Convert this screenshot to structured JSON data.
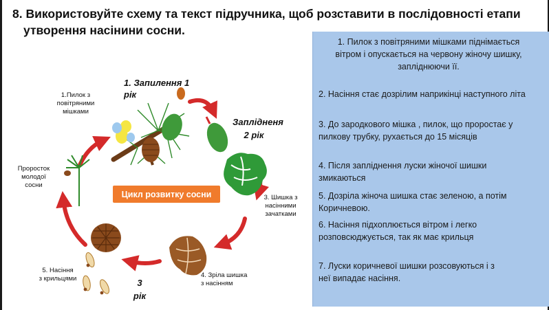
{
  "title": {
    "line1": "8. Використовуйте схему та текст підручника, щоб розставити  в послідовності етапи",
    "line2": "утворення насінини сосни."
  },
  "diagram": {
    "center_label": "Цикл розвитку сосни",
    "stage_pollination": "1. Запилення 1 рік",
    "stage_fertilization": "Заплідненя\n2 рік",
    "stage_three_years": "3\nрік",
    "pollen_label": "1.Пилок з\nповітряними\nмішками",
    "seedling_label": "Проросток\nмолодої\nсосни",
    "cone_ovules_label": "3. Шишка з\nнасінними\nзачатками",
    "mature_cone_label": "4. Зріла шишка\nз насінням",
    "winged_seeds_label": "5. Насіння\nз крильцями",
    "colors": {
      "arrow": "#d42a2a",
      "cone_green": "#3f9a3a",
      "cone_brown": "#8a4a1c",
      "center_bg": "#f07b2c"
    }
  },
  "steps": [
    "1. Пилок з повітряними мішками піднімається\nвітром і опускається на червону жіночу шишку,\nзапліднюючи її.",
    "2. Насіння стає дозрілим наприкінці наступного літа",
    "3. До зародкового мішка , пилок, що проростає у\nпилкову трубку, рухається до 15 місяців",
    "4. Після запліднення луски жіночої шишки\nзмикаються",
    "5. Дозріла  жіноча шишка стає зеленою, а потім\nКоричневою.",
    "6. Насіння підхоплюється вітром і легко\nрозповсюджується, так як  має крильця",
    "7. Луски коричневої  шишки розсовуються і з\nнеї випадає насіння."
  ]
}
